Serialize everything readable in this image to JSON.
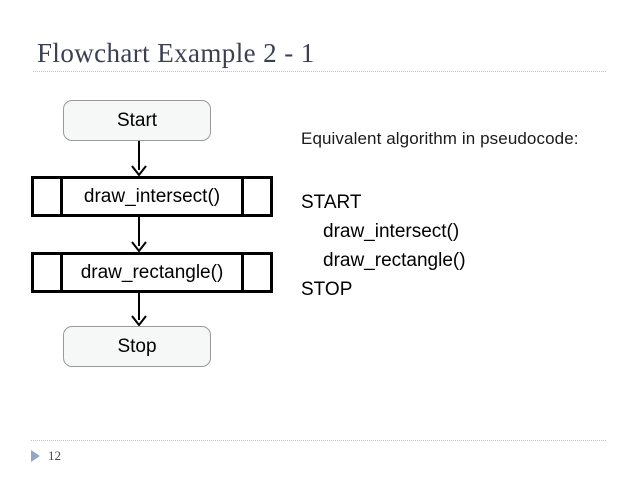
{
  "slide": {
    "title": "Flowchart Example 2 - 1",
    "page_number": "12",
    "marker_icon": "triangle-bullet-icon",
    "accent_color": "#93a6c4",
    "title_color": "#3a3f52",
    "rule_color": "#b9c0d2"
  },
  "flowchart": {
    "nodes": [
      {
        "id": "start",
        "label": "Start",
        "shape": "terminator"
      },
      {
        "id": "draw-intersect",
        "label": "draw_intersect()",
        "shape": "predefined-process"
      },
      {
        "id": "draw-rectangle",
        "label": "draw_rectangle()",
        "shape": "predefined-process"
      },
      {
        "id": "stop",
        "label": "Stop",
        "shape": "terminator"
      }
    ],
    "connectors": [
      {
        "from": "start",
        "to": "draw-intersect",
        "arrow": "down-arrow-icon"
      },
      {
        "from": "draw-intersect",
        "to": "draw-rectangle",
        "arrow": "down-arrow-icon"
      },
      {
        "from": "draw-rectangle",
        "to": "stop",
        "arrow": "down-arrow-icon"
      }
    ]
  },
  "pseudocode": {
    "heading": "Equivalent algorithm in pseudocode:",
    "lines": [
      {
        "text": "START",
        "indent": 0
      },
      {
        "text": "draw_intersect()",
        "indent": 1
      },
      {
        "text": "draw_rectangle()",
        "indent": 1
      },
      {
        "text": "STOP",
        "indent": 0
      }
    ]
  }
}
